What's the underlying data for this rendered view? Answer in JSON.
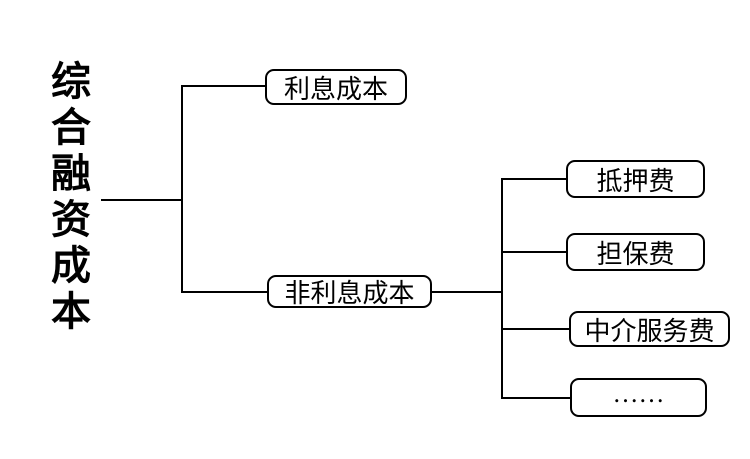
{
  "diagram": {
    "background_color": "#ffffff",
    "line_color": "#000000",
    "text_color": "#000000",
    "root": {
      "label": "综合融资成本"
    },
    "level1": [
      {
        "id": "interest-cost",
        "label": "利息成本"
      },
      {
        "id": "non-interest-cost",
        "label": "非利息成本"
      }
    ],
    "level2": [
      {
        "id": "mortgage-fee",
        "label": "抵押费"
      },
      {
        "id": "guarantee-fee",
        "label": "担保费"
      },
      {
        "id": "intermediary-service-fee",
        "label": "中介服务费"
      },
      {
        "id": "ellipsis",
        "label": "……"
      }
    ]
  }
}
